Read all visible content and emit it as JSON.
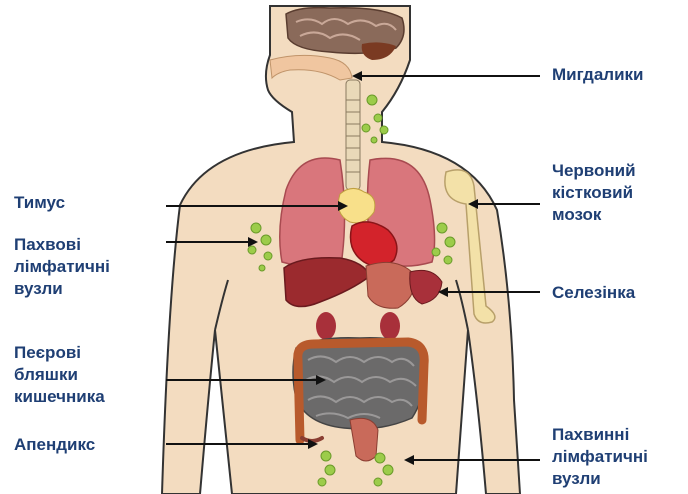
{
  "labels": {
    "tonsils": "Мигдалики",
    "bone_marrow": [
      "Червоний",
      "кістковий",
      "мозок"
    ],
    "thymus": "Тимус",
    "axillary_nodes": [
      "Пахвові",
      "лімфатичні",
      "вузли"
    ],
    "spleen": "Селезінка",
    "peyer_patches": [
      "Пеєрові",
      "бляшки",
      "кишечника"
    ],
    "appendix": "Апендикс",
    "inguinal_nodes": [
      "Пахвинні",
      "лімфатичні",
      "вузли"
    ]
  },
  "colors": {
    "label_text": "#1f3f74",
    "body_fill": "#f3dcc0",
    "body_outline": "#333333",
    "lung": "#d9767c",
    "heart": "#d3232b",
    "liver": "#9b2a2e",
    "lymph_node": "#9ccc4a",
    "bone": "#f3e1a8",
    "intestine": "#6b6a6a",
    "colon": "#b85a2c"
  }
}
